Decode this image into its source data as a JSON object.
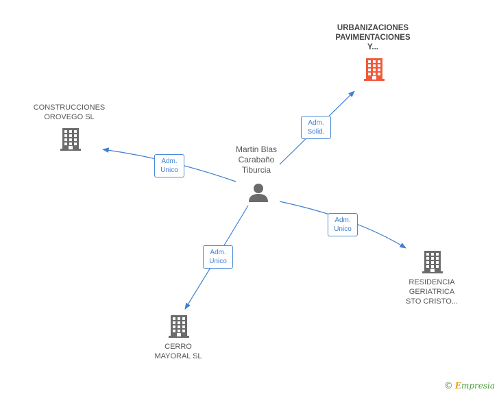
{
  "center": {
    "name_lines": [
      "Martin Blas",
      "Carabaño",
      "Tiburcia"
    ],
    "icon": "person-icon"
  },
  "companies": [
    {
      "id": "urbanizaciones",
      "lines": [
        "URBANIZACIONES",
        "PAVIMENTACIONES",
        "Y..."
      ],
      "highlight": true,
      "icon": "building-icon",
      "color": "#f05a3a"
    },
    {
      "id": "construcciones",
      "lines": [
        "CONSTRUCCIONES",
        "OROVEGO SL"
      ],
      "highlight": false,
      "icon": "building-icon",
      "color": "#6b6b6b"
    },
    {
      "id": "residencia",
      "lines": [
        "RESIDENCIA",
        "GERIATRICA",
        "STO CRISTO..."
      ],
      "highlight": false,
      "icon": "building-icon",
      "color": "#6b6b6b"
    },
    {
      "id": "cerro",
      "lines": [
        "CERRO",
        "MAYORAL SL"
      ],
      "highlight": false,
      "icon": "building-icon",
      "color": "#6b6b6b"
    }
  ],
  "relations": [
    {
      "target": "urbanizaciones",
      "lines": [
        "Adm.",
        "Solid."
      ]
    },
    {
      "target": "construcciones",
      "lines": [
        "Adm.",
        "Unico"
      ]
    },
    {
      "target": "residencia",
      "lines": [
        "Adm.",
        "Unico"
      ]
    },
    {
      "target": "cerro",
      "lines": [
        "Adm.",
        "Unico"
      ]
    }
  ],
  "colors": {
    "edge": "#3f7fcf",
    "person": "#6b6b6b"
  },
  "footer": {
    "copyright": "©",
    "brand_first": "E",
    "brand_rest": "mpresia"
  }
}
